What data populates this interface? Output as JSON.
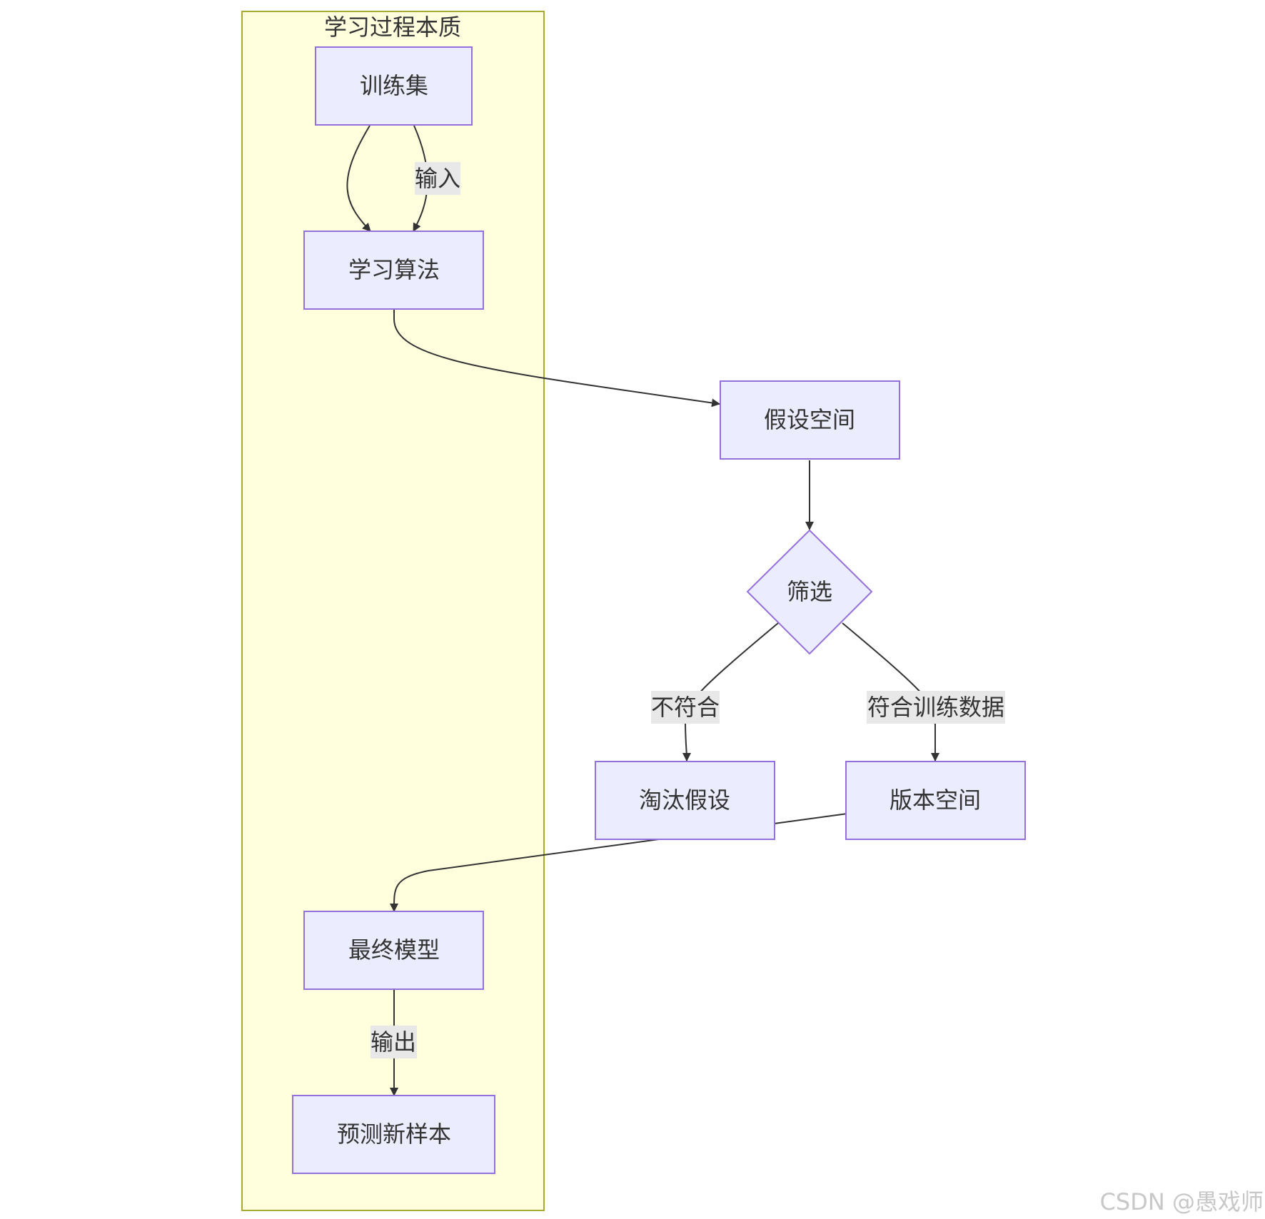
{
  "cluster": {
    "title": "学习过程本质"
  },
  "nodes": {
    "training_set": "训练集",
    "learning_algorithm": "学习算法",
    "hypothesis_space": "假设空间",
    "filter": "筛选",
    "eliminate": "淘汰假设",
    "version_space": "版本空间",
    "final_model": "最终模型",
    "predict": "预测新样本"
  },
  "edges": {
    "input": "输入",
    "mismatch": "不符合",
    "match": "符合训练数据",
    "output": "输出"
  },
  "watermark": "CSDN @愚戏师",
  "colors": {
    "node_fill": "#ECECFF",
    "node_stroke": "#9370DB",
    "cluster_fill": "#FFFFDE",
    "cluster_stroke": "#AAAA33",
    "edge": "#333333",
    "edge_label_bg": "#E8E8E8"
  }
}
